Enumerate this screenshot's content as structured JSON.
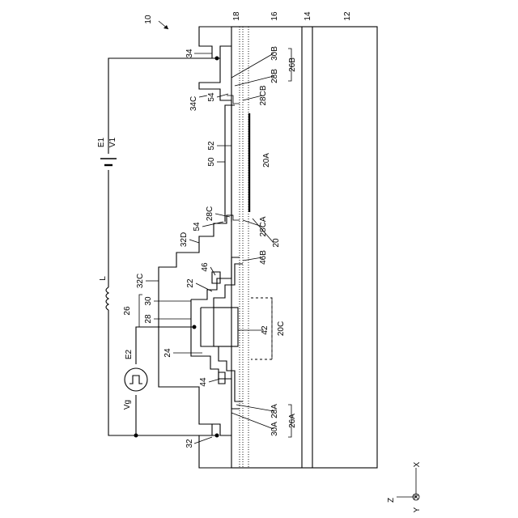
{
  "figure": {
    "ref_main": "10",
    "layers": {
      "l12": "12",
      "l14": "14",
      "l16": "16",
      "l18": "18"
    },
    "regions": {
      "r20": "20",
      "r20A": "20A",
      "r20C": "20C"
    },
    "electrodes": {
      "e32": "32",
      "e34": "34",
      "e34C": "34C",
      "e32C": "32C",
      "e32D": "32D"
    },
    "parts": {
      "p22": "22",
      "p24": "24",
      "p26": "26",
      "p26A": "26A",
      "p26B": "26B",
      "p28": "28",
      "p28A": "28A",
      "p28B": "28B",
      "p28C": "28C",
      "p28CA": "28CA",
      "p28CB": "28CB",
      "p30": "30",
      "p30A": "30A",
      "p30B": "30B",
      "p42": "42",
      "p44": "44",
      "p46": "46",
      "p46B": "46B",
      "p50": "50",
      "p52": "52",
      "p54a": "54",
      "p54b": "54"
    },
    "circuit": {
      "inductor": "L",
      "source_e1": "E1",
      "source_v1": "V1",
      "source_e2": "E2",
      "source_vg": "Vg"
    },
    "axes": {
      "x": "X",
      "y": "Y",
      "z": "Z"
    }
  }
}
